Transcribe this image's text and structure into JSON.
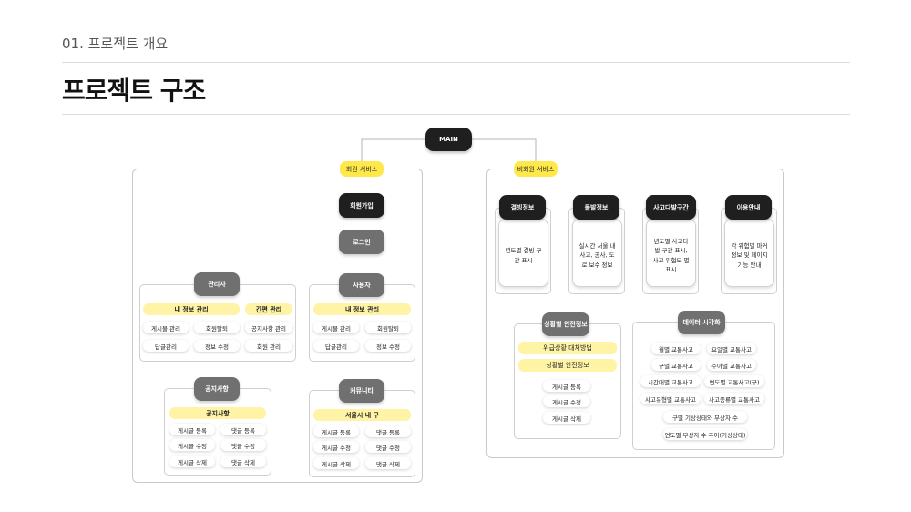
{
  "header": {
    "section": "01. 프로젝트 개요",
    "title": "프로젝트 구조"
  },
  "diagram": {
    "root": "MAIN",
    "member": {
      "label": "회원 서비스",
      "signup": "회원가입",
      "login": "로그인",
      "admin": {
        "label": "관리자",
        "group1": "내 정보 관리",
        "group2": "간편 관리",
        "items": [
          "게시물 관리",
          "회원탈퇴",
          "공지사항 관리",
          "답글관리",
          "정보 수정",
          "회원 관리"
        ]
      },
      "user": {
        "label": "사용자",
        "group": "내 정보 관리",
        "items": [
          "게시물 관리",
          "회원탈퇴",
          "답글관리",
          "정보 수정"
        ]
      },
      "notice": {
        "label": "공지사항",
        "group": "공지사항",
        "items": [
          "게시글 등록",
          "댓글 등록",
          "게시글 수정",
          "댓글 수정",
          "게시글 삭제",
          "댓글 삭제"
        ]
      },
      "community": {
        "label": "커뮤니티",
        "group": "서울시 내 구",
        "items": [
          "게시글 등록",
          "댓글 등록",
          "게시글 수정",
          "댓글 수정",
          "게시글 삭제",
          "댓글 삭제"
        ]
      }
    },
    "nonmember": {
      "label": "비회원 서비스",
      "cards": [
        {
          "title": "결빙정보",
          "desc": "년도별 결빙 구간 표시"
        },
        {
          "title": "돌발정보",
          "desc": "실시간 서울 내 사고, 공사, 도로 보수 정보"
        },
        {
          "title": "사고다발구간",
          "desc": "년도별 사고다발 구간 표시, 사고 위험도 별 표시"
        },
        {
          "title": "이용안내",
          "desc": "각 위험별 마커 정보 및 페이지 기능 안내"
        }
      ],
      "safety": {
        "label": "상황별 안전정보",
        "groups": [
          "위급상황 대처방법",
          "상황별 안전정보"
        ],
        "items": [
          "게시글 등록",
          "게시글 수정",
          "게시글 삭제"
        ]
      },
      "viz": {
        "label": "데이터 시각화",
        "items": [
          "월별 교통사고",
          "요일별 교통사고",
          "구별 교통사고",
          "주야별 교통사고",
          "시간대별 교통사고",
          "연도별 교통사고(구)",
          "사고유형별 교통사고",
          "사고종류별 교통사고",
          "구별 기상상태와 부상자 수",
          "연도별 부상자 수 추이(기상상태)"
        ]
      }
    }
  }
}
